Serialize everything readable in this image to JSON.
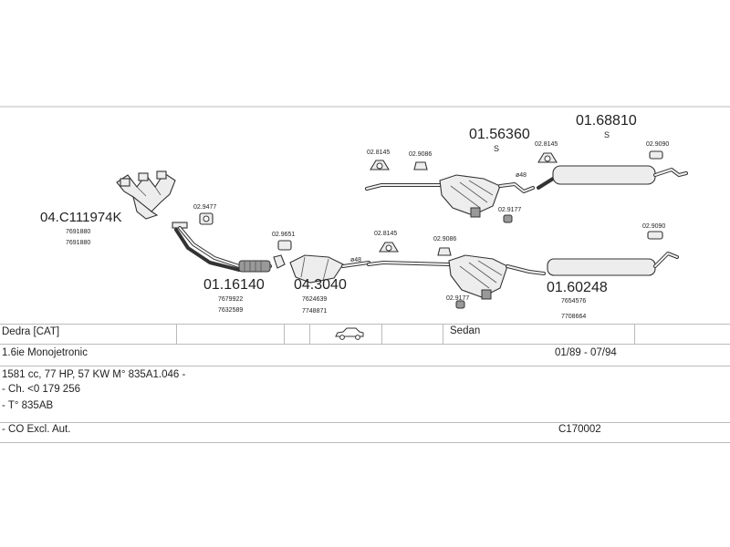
{
  "parts": {
    "manifold": {
      "code": "04.C111974K",
      "refs": [
        "7691880",
        "7691880"
      ]
    },
    "front_pipe": {
      "code": "01.16140",
      "refs": [
        "7679922",
        "7632589"
      ]
    },
    "catalyst": {
      "code": "04.3040",
      "refs": [
        "7624639",
        "7748871"
      ]
    },
    "middle_silencer_a": {
      "code": "01.56360",
      "suffix": "S"
    },
    "rear_silencer_a": {
      "code": "01.68810",
      "suffix": "S"
    },
    "rear_silencer_b": {
      "code": "01.60248",
      "refs": [
        "7654576",
        "7708664"
      ]
    }
  },
  "accessories": {
    "gasket_front": "02.9477",
    "clamp_cat": "02.9651",
    "bracket_top_1": "02.8145",
    "hanger_top_1": "02.9086",
    "bracket_top_2": "02.8145",
    "hanger_top_rear": "02.9090",
    "hanger_top_mid": "02.9177",
    "bracket_bot_1": "02.8145",
    "hanger_bot_1": "02.9086",
    "hanger_bot_mid": "02.9177",
    "hanger_bot_rear": "02.9090",
    "diameter_top": "ø48",
    "diameter_bot": "ø48"
  },
  "vehicle": {
    "model": "Dedra  [CAT]",
    "body": "Sedan",
    "engine": "1.6ie Monojetronic",
    "years": "01/89 - 07/94",
    "specs": "1581 cc, 77 HP, 57 KW  M° 835A1.046 -",
    "chassis": "- Ch. <0 179 256",
    "type": "- T° 835AB",
    "note": "- CO Excl. Aut.",
    "catalog_code": "C170002"
  },
  "icons": {
    "car": "car-sedan-icon"
  }
}
